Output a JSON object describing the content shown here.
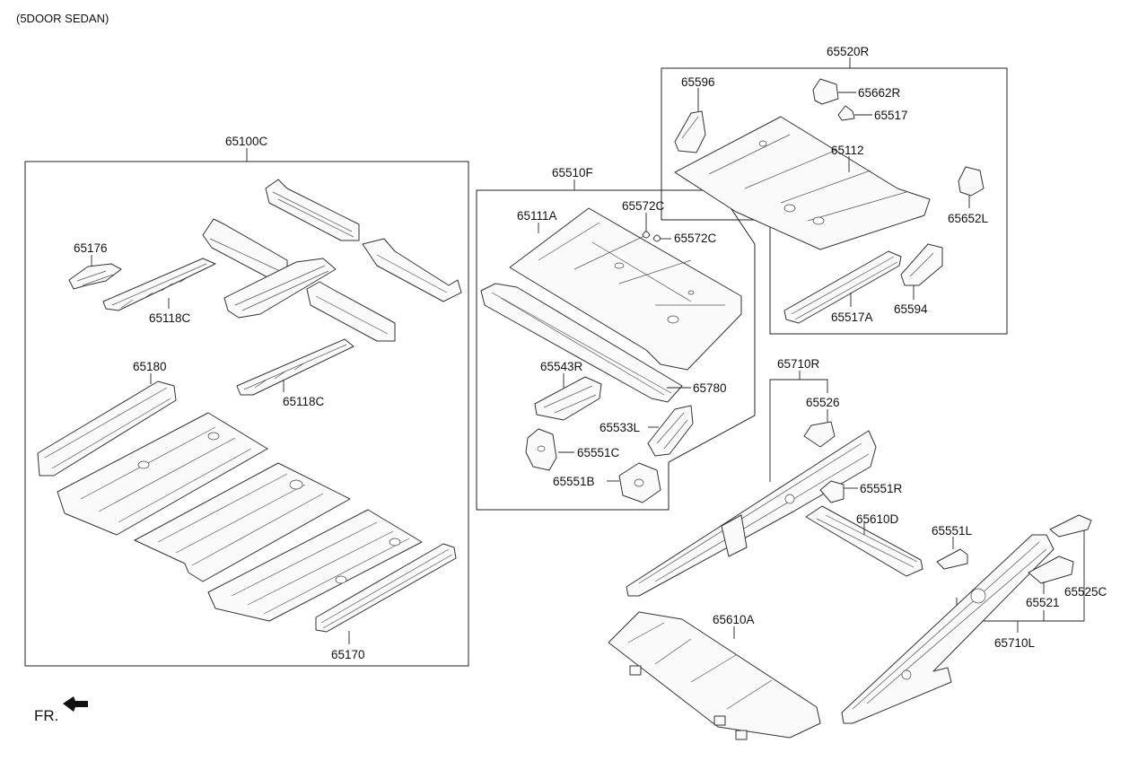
{
  "header": {
    "variant": "(5DOOR SEDAN)"
  },
  "direction": {
    "label": "FR."
  },
  "groups": {
    "front_floor": "65100C",
    "rear_floor_front": "65510F",
    "rear_floor_upper": "65520R",
    "rear_member_right": "65710R",
    "rear_member_left": "65710L"
  },
  "parts": {
    "p65176": "65176",
    "p65118C_a": "65118C",
    "p65118C_b": "65118C",
    "p65180": "65180",
    "p65170": "65170",
    "p65111A": "65111A",
    "p65572C_a": "65572C",
    "p65572C_b": "65572C",
    "p65543R": "65543R",
    "p65780": "65780",
    "p65533L": "65533L",
    "p65551C": "65551C",
    "p65551B": "65551B",
    "p65596": "65596",
    "p65662R": "65662R",
    "p65517": "65517",
    "p65112": "65112",
    "p65652L": "65652L",
    "p65517A": "65517A",
    "p65594": "65594",
    "p65526": "65526",
    "p65551R": "65551R",
    "p65610D": "65610D",
    "p65551L": "65551L",
    "p65521": "65521",
    "p65525C": "65525C",
    "p65610A": "65610A"
  }
}
